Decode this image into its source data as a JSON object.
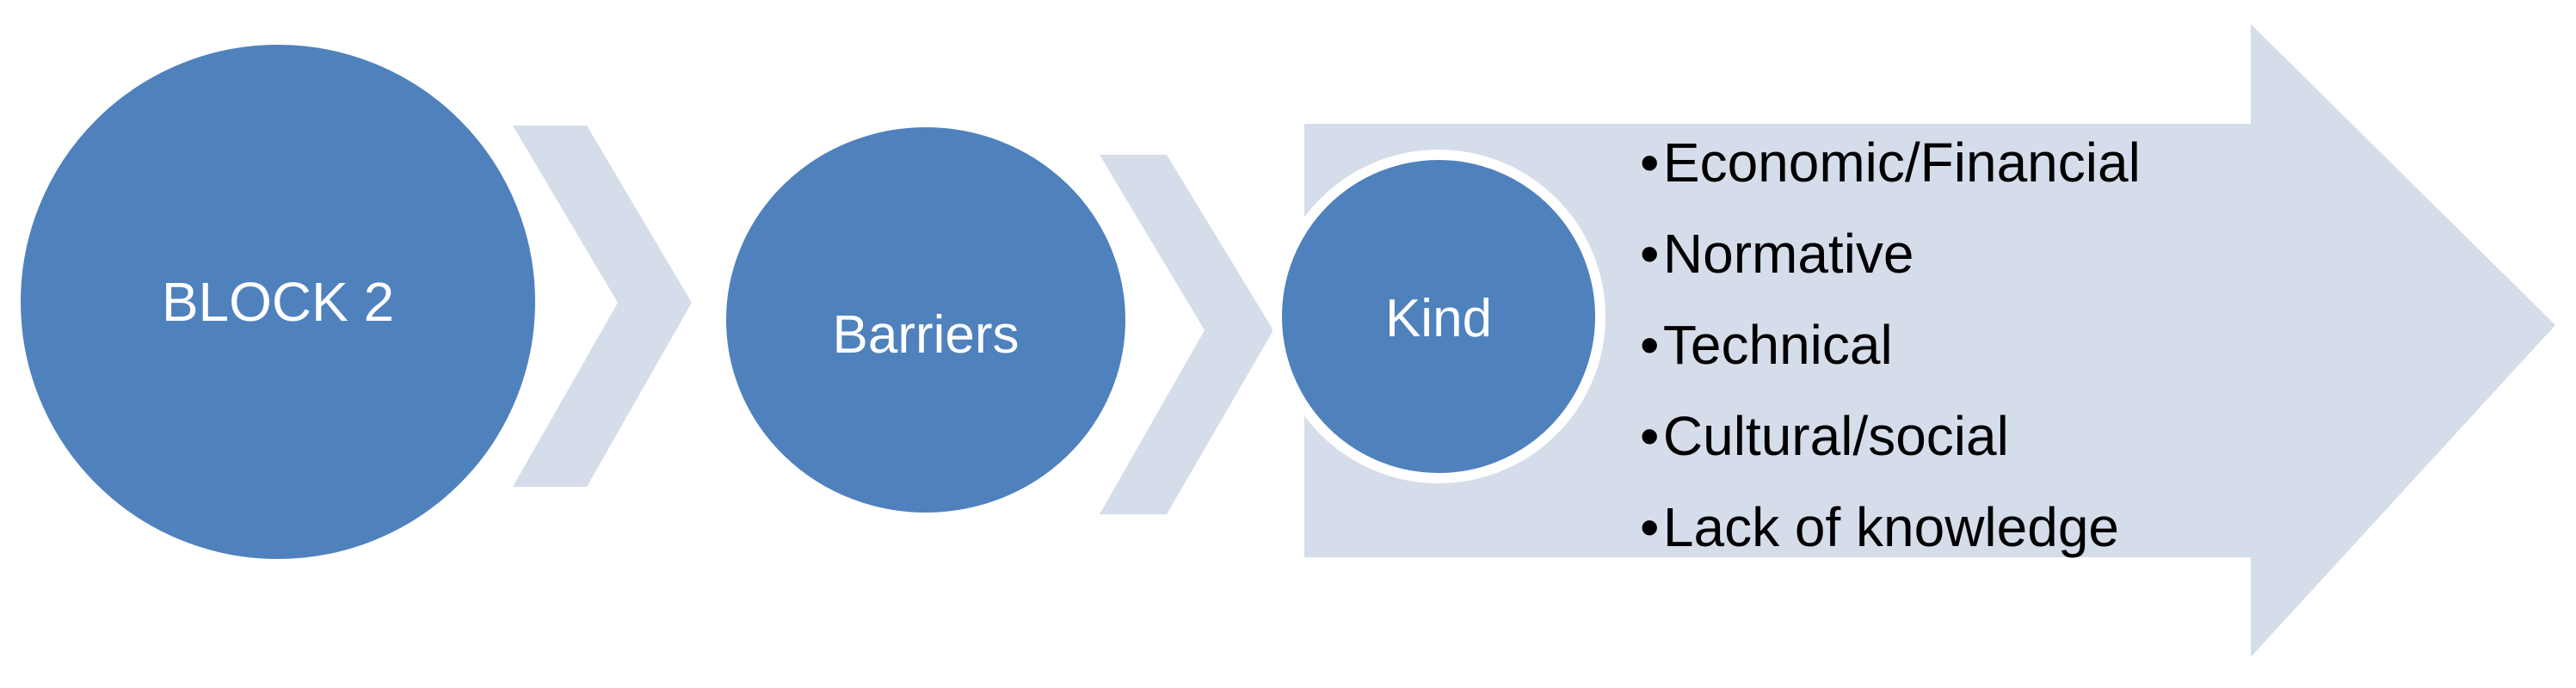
{
  "diagram": {
    "colors": {
      "circle_fill": "#4f81bd",
      "circle_stroke": "#ffffff",
      "chevron_fill": "#d5dcea",
      "text_light": "#ffffff",
      "text_dark": "#000000"
    },
    "nodes": {
      "block": "BLOCK 2",
      "barriers": "Barriers",
      "kind": "Kind"
    },
    "kinds": [
      "Economic/Financial",
      "Normative",
      "Technical",
      "Cultural/social",
      "Lack of knowledge"
    ],
    "bullet_glyph": "•"
  }
}
